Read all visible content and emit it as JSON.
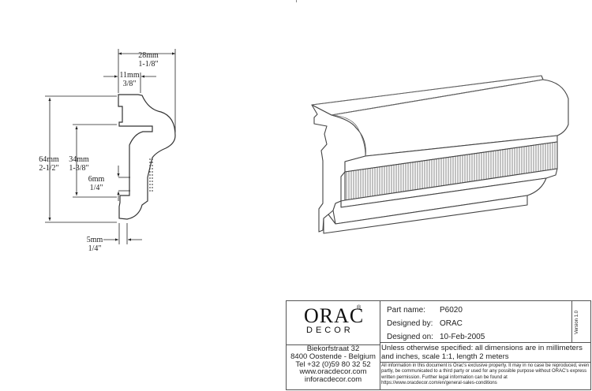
{
  "dimensions": {
    "total_width": {
      "mm": "28mm",
      "in": "1-1/8\""
    },
    "top_step": {
      "mm": "11mm",
      "in": "3/8\""
    },
    "height": {
      "mm": "64mm",
      "in": "2-1/2\""
    },
    "middle": {
      "mm": "34mm",
      "in": "1-3/8\""
    },
    "groove": {
      "mm": "6mm",
      "in": "1/4\""
    },
    "bottom_offset": {
      "mm": "5mm",
      "in": "1/4\""
    }
  },
  "logo": {
    "main": "ORAC",
    "sub": "DECOR",
    "reg": "®"
  },
  "address": {
    "street": "Biekorfstraat 32",
    "city": "8400 Oostende - Belgium",
    "tel": "Tel  +32 (0)59 80 32 52",
    "web": "www.oracdecor.com",
    "email": "inforacdecor.com"
  },
  "part": {
    "part_name_label": "Part name:",
    "part_name": "P6020",
    "designed_by_label": "Designed by:",
    "designed_by": "ORAC",
    "designed_on_label": "Designed on:",
    "designed_on": "10-Feb-2005",
    "version": "Version 1.0"
  },
  "notes": {
    "units": "Unless otherwise specified: all dimensions are in millimeters and inches, scale 1:1, length 2 meters",
    "legal": "All information in this document is Orac's exclusive property. It may in no case be reproduced, even partly, be communicated to a third party or used for any possible purpose without ORAC's express written permission. Further legal information can be found at https://www.oracdecor.com/en/general-sales-conditions"
  }
}
